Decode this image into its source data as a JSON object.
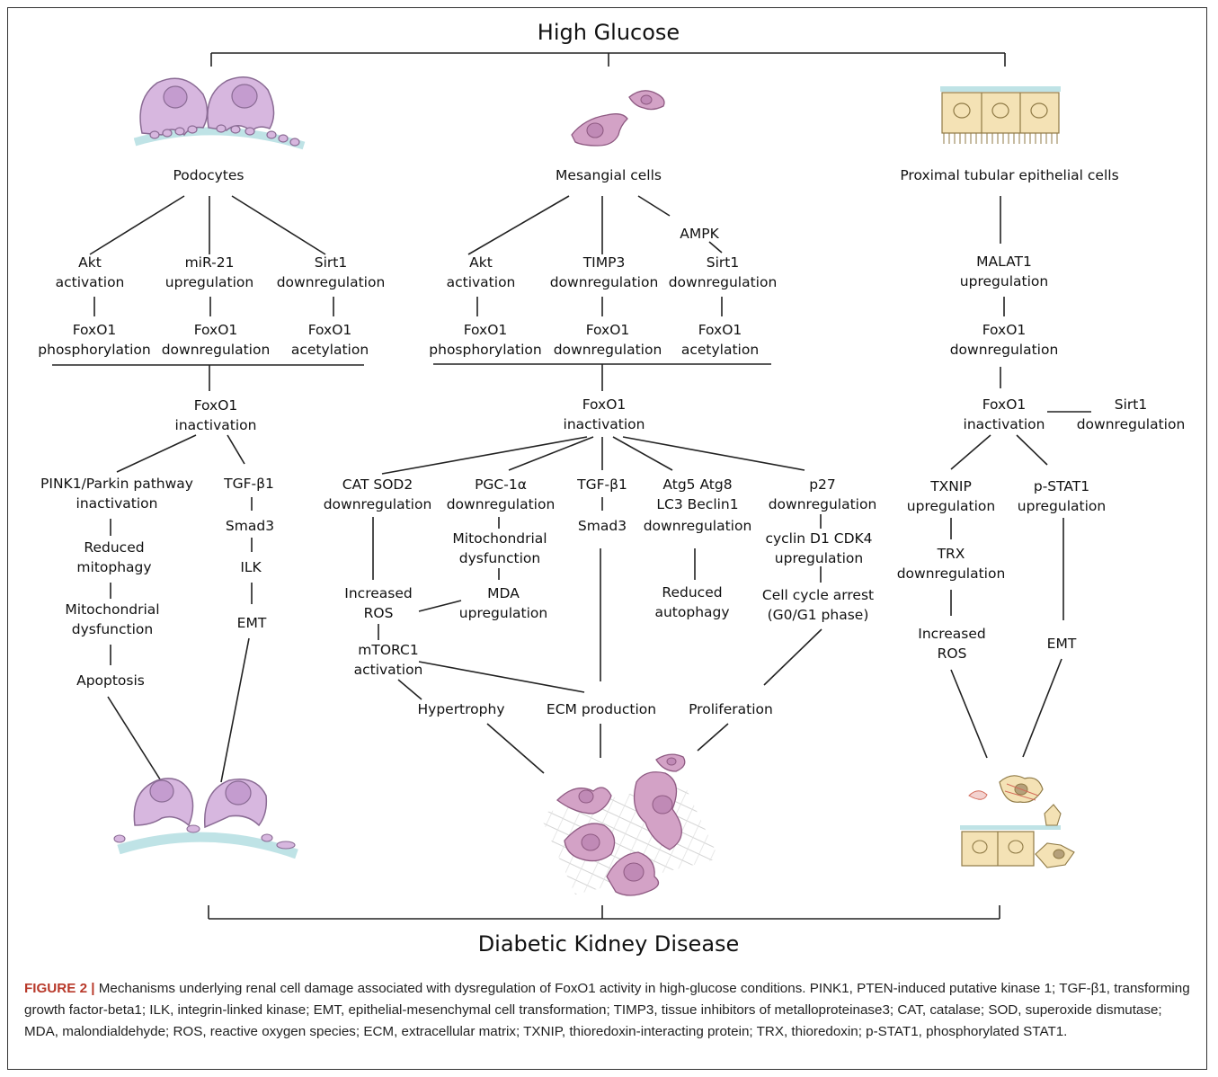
{
  "title_top": "High Glucose",
  "title_bottom": "Diabetic Kidney Disease",
  "colors": {
    "cell_fill": "#d7b7df",
    "cell_stroke": "#8a6b94",
    "nucleus_fill": "#c49ccf",
    "gbm": "#bfe3e6",
    "mesangial_fill": "#d3a2c6",
    "mesangial_nucleus": "#c08ab6",
    "tubular_fill": "#f4e2b5",
    "tubular_stroke": "#8f7a46",
    "matrix": "#cccccc",
    "caption_fig": "#b8392a"
  },
  "podocytes": {
    "title": "Podocytes",
    "akt": [
      "Akt",
      "activation"
    ],
    "mir21": [
      "miR-21",
      "upregulation"
    ],
    "sirt1": [
      "Sirt1",
      "downregulation"
    ],
    "foxo_phos": [
      "FoxO1",
      "phosphorylation"
    ],
    "foxo_down": [
      "FoxO1",
      "downregulation"
    ],
    "foxo_acet": [
      "FoxO1",
      "acetylation"
    ],
    "foxo_inact": [
      "FoxO1",
      "inactivation"
    ],
    "pink": [
      "PINK1/Parkin pathway",
      "inactivation"
    ],
    "mitophagy": [
      "Reduced",
      "mitophagy"
    ],
    "mito": [
      "Mitochondrial",
      "dysfunction"
    ],
    "apoptosis": "Apoptosis",
    "tgf": "TGF-β1",
    "smad": "Smad3",
    "ilk": "ILK",
    "emt": "EMT"
  },
  "mesangial": {
    "title": "Mesangial cells",
    "akt": [
      "Akt",
      "activation"
    ],
    "timp3": [
      "TIMP3",
      "downregulation"
    ],
    "ampk": "AMPK",
    "sirt1": [
      "Sirt1",
      "downregulation"
    ],
    "foxo_phos": [
      "FoxO1",
      "phosphorylation"
    ],
    "foxo_down": [
      "FoxO1",
      "downregulation"
    ],
    "foxo_acet": [
      "FoxO1",
      "acetylation"
    ],
    "foxo_inact": [
      "FoxO1",
      "inactivation"
    ],
    "cat": [
      "CAT SOD2",
      "downregulation"
    ],
    "pgc": [
      "PGC-1α",
      "downregulation"
    ],
    "tgf": [
      "TGF-β1",
      "Smad3"
    ],
    "atg": [
      "Atg5  Atg8",
      "LC3  Beclin1",
      "downregulation"
    ],
    "p27": [
      "p27",
      "downregulation"
    ],
    "mito": [
      "Mitochondrial",
      "dysfunction"
    ],
    "cyclin": [
      "cyclin D1 CDK4",
      "upregulation"
    ],
    "ros": [
      "Increased",
      "ROS"
    ],
    "mda": [
      "MDA",
      "upregulation"
    ],
    "autophagy": [
      "Reduced",
      "autophagy"
    ],
    "cellcycle": [
      "Cell cycle arrest",
      "(G0/G1 phase)"
    ],
    "mtorc": [
      "mTORC1",
      "activation"
    ],
    "hypertrophy": "Hypertrophy",
    "ecm": "ECM production",
    "proliferation": "Proliferation"
  },
  "tubular": {
    "title": "Proximal tubular epithelial cells",
    "malat": [
      "MALAT1",
      "upregulation"
    ],
    "foxo_down": [
      "FoxO1",
      "downregulation"
    ],
    "foxo_inact": [
      "FoxO1",
      "inactivation"
    ],
    "sirt1": [
      "Sirt1",
      "downregulation"
    ],
    "txnip": [
      "TXNIP",
      "upregulation"
    ],
    "pstat": [
      "p-STAT1",
      "upregulation"
    ],
    "trx": [
      "TRX",
      "downregulation"
    ],
    "ros": [
      "Increased",
      "ROS"
    ],
    "emt": "EMT"
  },
  "caption": {
    "label": "FIGURE 2 |",
    "text": " Mechanisms underlying renal cell damage associated with dysregulation of FoxO1 activity in high-glucose conditions. PINK1, PTEN-induced putative kinase 1; TGF-β1, transforming growth factor-beta1; ILK, integrin-linked kinase; EMT, epithelial-mesenchymal cell transformation; TIMP3, tissue inhibitors of metalloproteinase3; CAT, catalase; SOD, superoxide dismutase; MDA, malondialdehyde; ROS, reactive oxygen species; ECM, extracellular matrix; TXNIP, thioredoxin-interacting protein; TRX, thioredoxin; p-STAT1, phosphorylated STAT1."
  }
}
